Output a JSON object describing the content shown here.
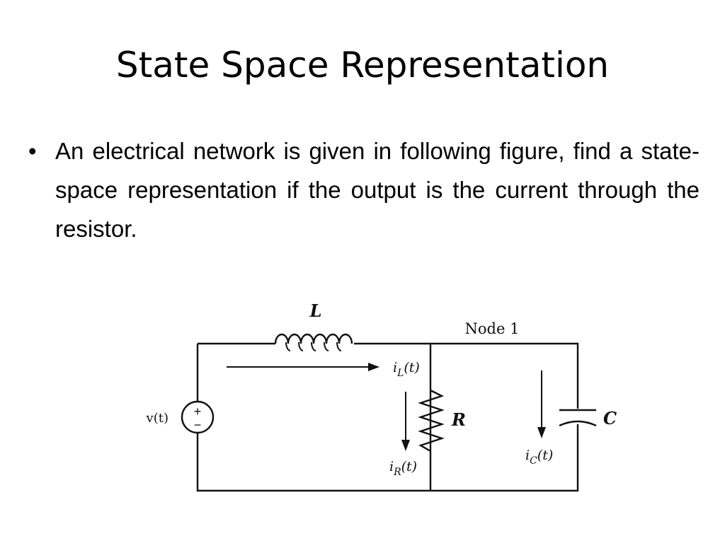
{
  "slide": {
    "title": "State Space Representation",
    "bullets": [
      "An electrical network is given in following  figure, find a state-space representation if the output is the current through the resistor."
    ]
  },
  "circuit": {
    "inductor_label": "L",
    "node_label": "Node 1",
    "source_label": "v(t)",
    "source_plus": "+",
    "source_minus": "−",
    "resistor_label": "R",
    "capacitor_label": "C",
    "current_inductor": {
      "base": "i",
      "sub": "L",
      "arg": "(t)"
    },
    "current_resistor": {
      "base": "i",
      "sub": "R",
      "arg": "(t)"
    },
    "current_capacitor": {
      "base": "i",
      "sub": "C",
      "arg": "(t)"
    }
  }
}
